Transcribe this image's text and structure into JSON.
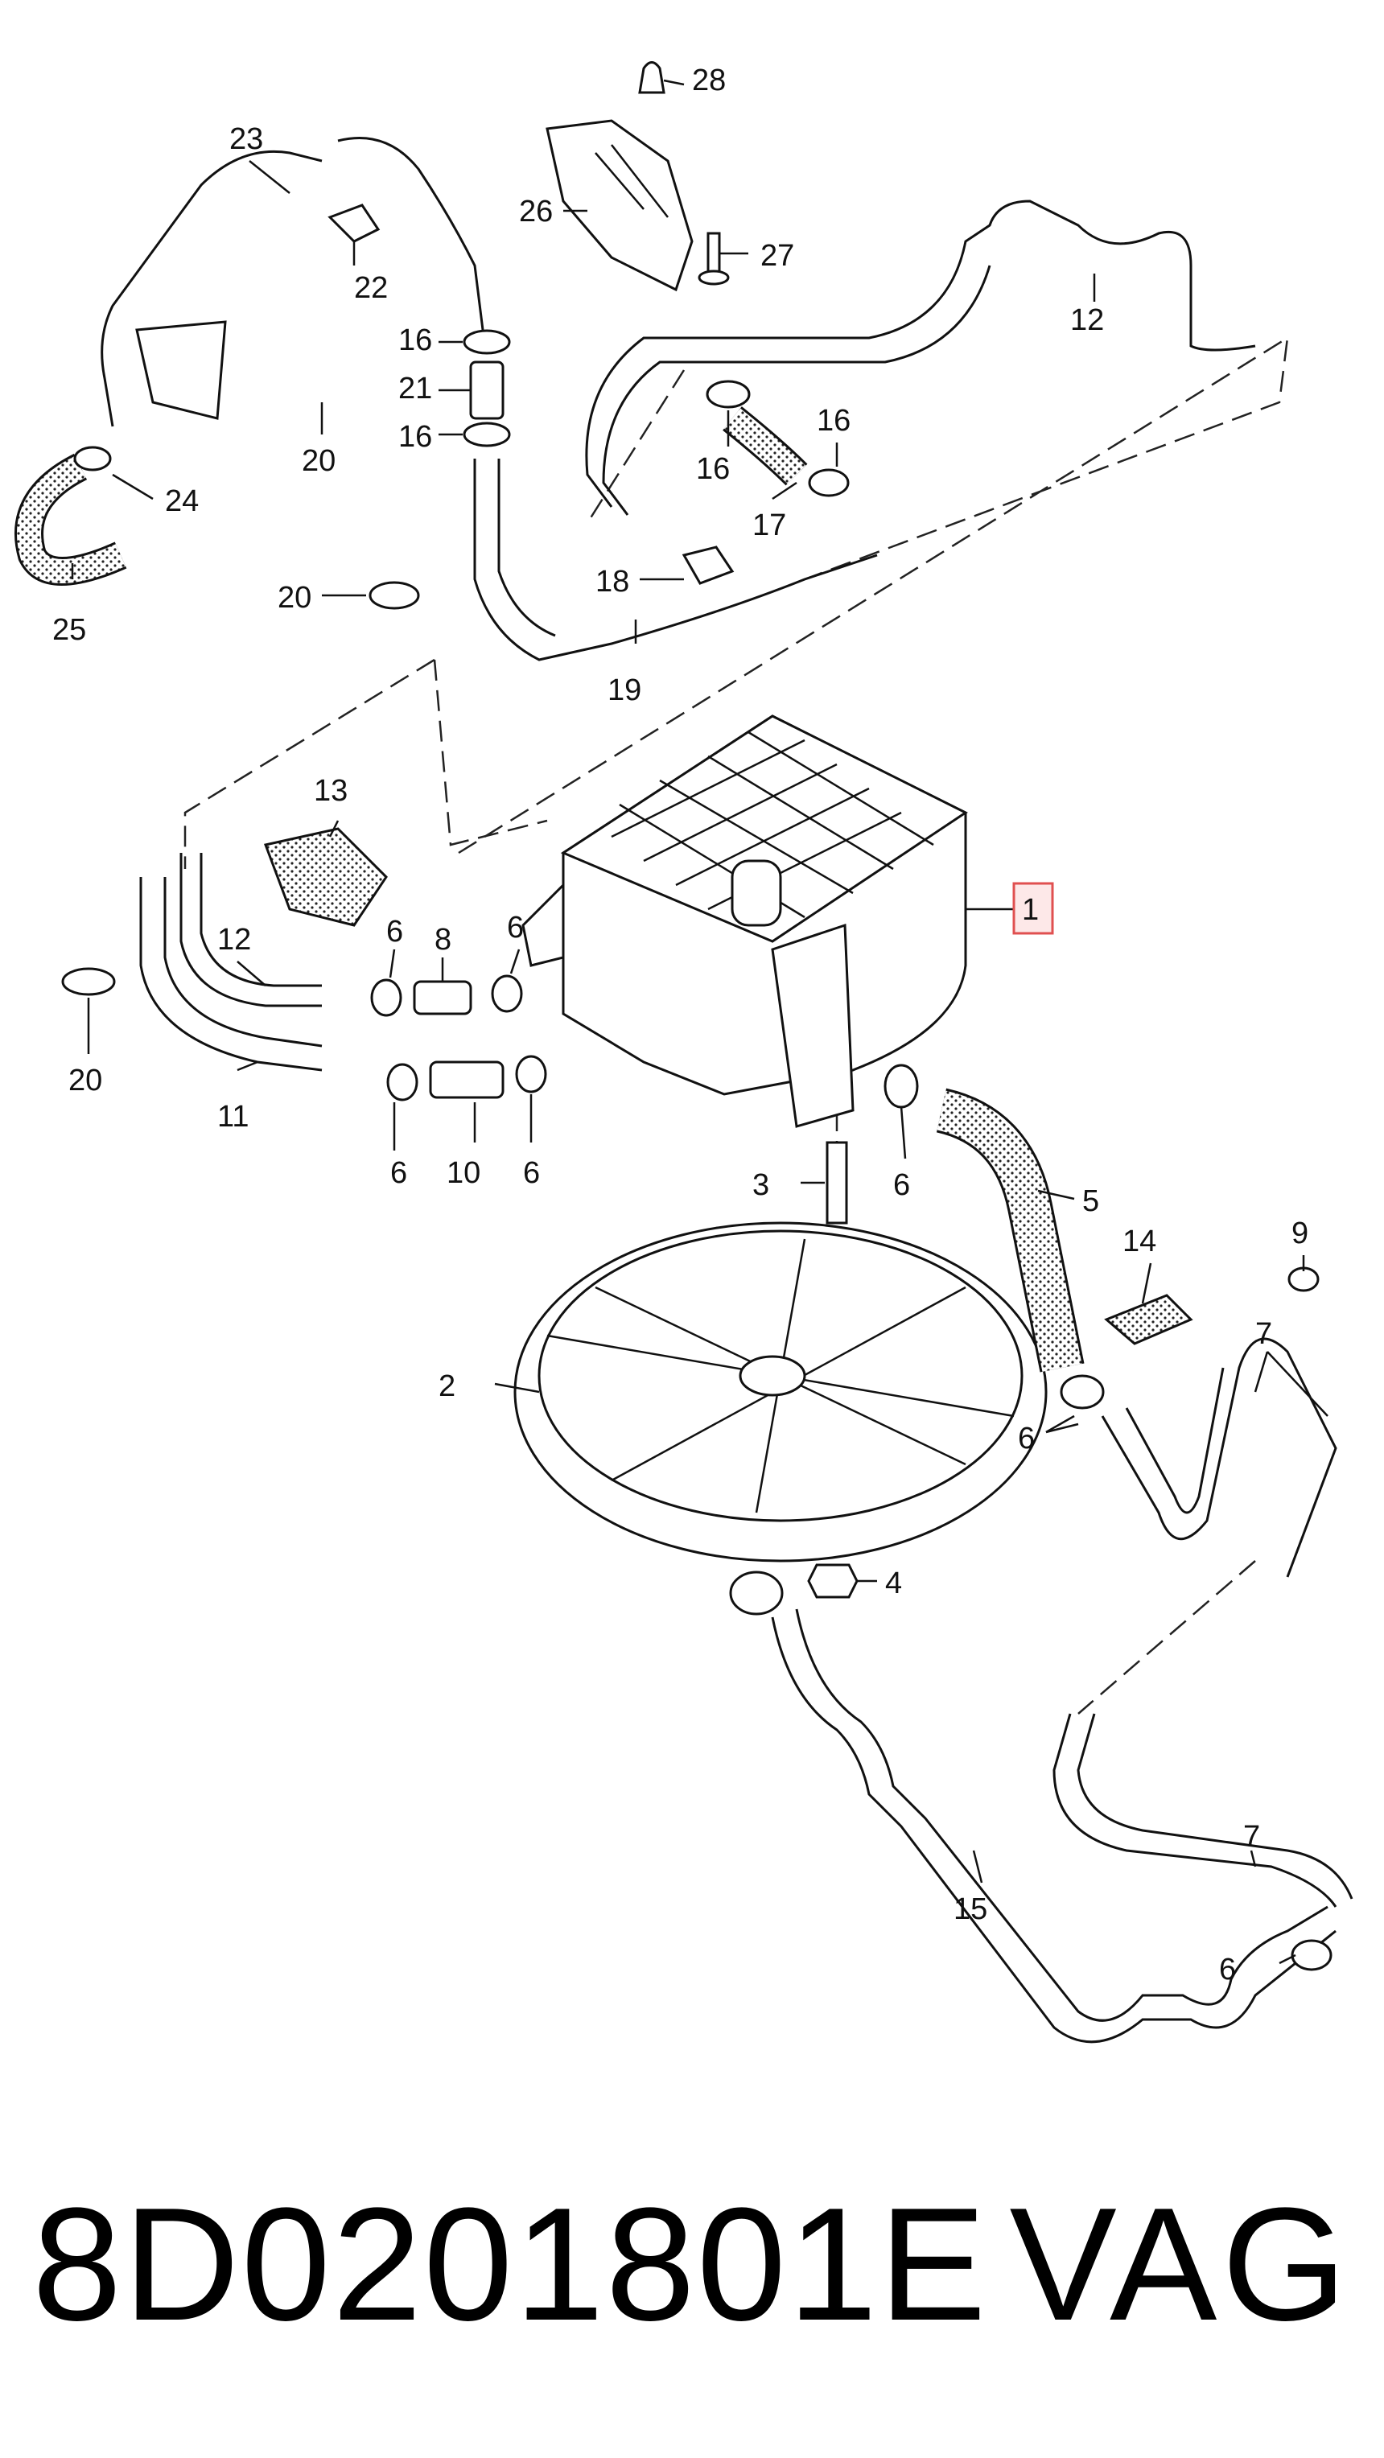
{
  "diagram": {
    "callouts": [
      "1",
      "2",
      "3",
      "4",
      "5",
      "6",
      "7",
      "8",
      "9",
      "10",
      "11",
      "12",
      "13",
      "14",
      "15",
      "16",
      "17",
      "18",
      "19",
      "20",
      "21",
      "22",
      "23",
      "24",
      "25",
      "26",
      "27",
      "28"
    ],
    "highlighted": "1"
  },
  "footer": {
    "part_number": "8D0201801E",
    "brand": "VAG"
  }
}
